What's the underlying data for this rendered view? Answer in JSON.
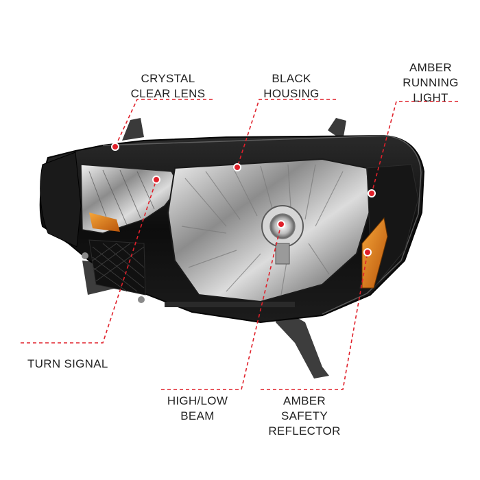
{
  "callouts": {
    "crystal_clear_lens": [
      "CRYSTAL",
      "CLEAR LENS"
    ],
    "black_housing": [
      "BLACK",
      "HOUSING"
    ],
    "amber_running_light": [
      "AMBER",
      "RUNNING",
      "LIGHT"
    ],
    "turn_signal": [
      "TURN SIGNAL"
    ],
    "high_low_beam": [
      "HIGH/LOW",
      "BEAM"
    ],
    "amber_safety_reflector": [
      "AMBER",
      "SAFETY",
      "REFLECTOR"
    ]
  },
  "colors": {
    "callout_line": "#e0202a",
    "marker": "#e0202a",
    "housing": "#141414",
    "amber": "#e07a12",
    "label_text": "#222222"
  },
  "icons": [
    "headlight-assembly-image"
  ]
}
